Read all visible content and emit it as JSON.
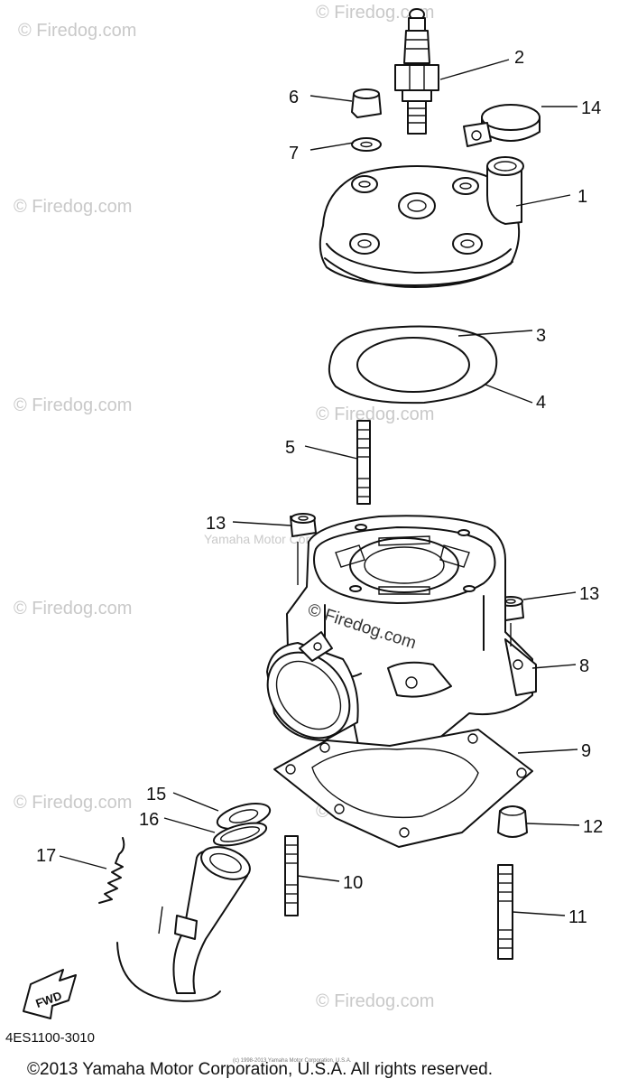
{
  "watermarks": {
    "firedog": "© Firedog.com",
    "yamaha": "Yamaha Motor Corp., U.S.A.",
    "center": "© Firedog.com"
  },
  "callouts": [
    {
      "id": "1",
      "label": "1"
    },
    {
      "id": "2",
      "label": "2"
    },
    {
      "id": "3",
      "label": "3"
    },
    {
      "id": "4",
      "label": "4"
    },
    {
      "id": "5",
      "label": "5"
    },
    {
      "id": "6",
      "label": "6"
    },
    {
      "id": "7",
      "label": "7"
    },
    {
      "id": "8",
      "label": "8"
    },
    {
      "id": "9",
      "label": "9"
    },
    {
      "id": "10",
      "label": "10"
    },
    {
      "id": "11",
      "label": "11"
    },
    {
      "id": "12",
      "label": "12"
    },
    {
      "id": "13a",
      "label": "13"
    },
    {
      "id": "13b",
      "label": "13"
    },
    {
      "id": "14",
      "label": "14"
    },
    {
      "id": "15",
      "label": "15"
    },
    {
      "id": "16",
      "label": "16"
    },
    {
      "id": "17",
      "label": "17"
    }
  ],
  "fwd_arrow": "FWD",
  "diagram_code": "4ES1100-3010",
  "copyright": "©2013 Yamaha Motor Corporation, U.S.A. All rights reserved.",
  "fine_print": "(c) 1998-2013 Yamaha Motor Corporation, U.S.A."
}
